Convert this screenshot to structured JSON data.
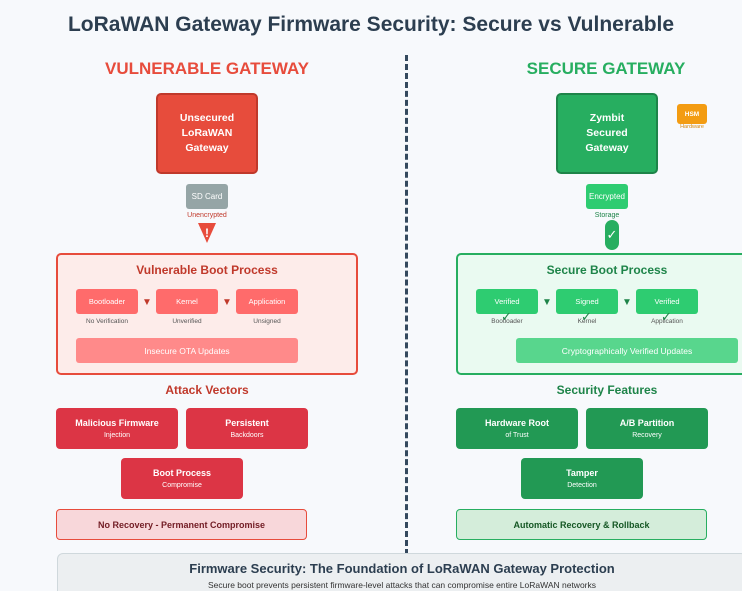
{
  "title": "LoRaWAN Gateway Firmware Security: Secure vs Vulnerable",
  "vulnerable": {
    "heading": "VULNERABLE GATEWAY",
    "gateway_label": "Unsecured\nLoRaWAN\nGateway",
    "storage_label": "SD Card",
    "storage_note": "Unencrypted",
    "warning_symbol": "!",
    "boot_title": "Vulnerable Boot Process",
    "stages": [
      {
        "label": "Bootloader",
        "note": "No Verification"
      },
      {
        "label": "Kernel",
        "note": "Unverified"
      },
      {
        "label": "Application",
        "note": "Unsigned"
      }
    ],
    "ota_label": "Insecure OTA Updates",
    "vectors_title": "Attack Vectors",
    "vectors": [
      {
        "title": "Malicious Firmware",
        "sub": "Injection"
      },
      {
        "title": "Persistent",
        "sub": "Backdoors"
      },
      {
        "title": "Boot Process",
        "sub": "Compromise"
      }
    ],
    "status": "No Recovery - Permanent Compromise"
  },
  "secure": {
    "heading": "SECURE GATEWAY",
    "gateway_label": "Zymbit\nSecured\nGateway",
    "hsm_label": "HSM",
    "hsm_note": "Hardware",
    "storage_label": "Encrypted",
    "storage_note": "Storage",
    "check_symbol": "✓",
    "boot_title": "Secure Boot Process",
    "stages": [
      {
        "label": "Verified",
        "note": "Bootloader"
      },
      {
        "label": "Signed",
        "note": "Kernel"
      },
      {
        "label": "Verified",
        "note": "Application"
      }
    ],
    "ota_label": "Cryptographically Verified Updates",
    "features_title": "Security Features",
    "features": [
      {
        "title": "Hardware Root",
        "sub": "of Trust"
      },
      {
        "title": "A/B Partition",
        "sub": "Recovery"
      },
      {
        "title": "Tamper",
        "sub": "Detection"
      }
    ],
    "status": "Automatic Recovery & Rollback"
  },
  "arrow_symbol": "▼",
  "footer": {
    "title": "Firmware Security: The Foundation of LoRaWAN Gateway Protection",
    "subtitle": "Secure boot prevents persistent firmware-level attacks that can compromise entire LoRaWAN networks"
  },
  "colors": {
    "danger": "#e74c3c",
    "danger_dark": "#dc3545",
    "safe": "#27ae60",
    "safe_light": "#2ecc71",
    "hsm": "#f39c12",
    "storage_gray": "#95a5a6"
  }
}
